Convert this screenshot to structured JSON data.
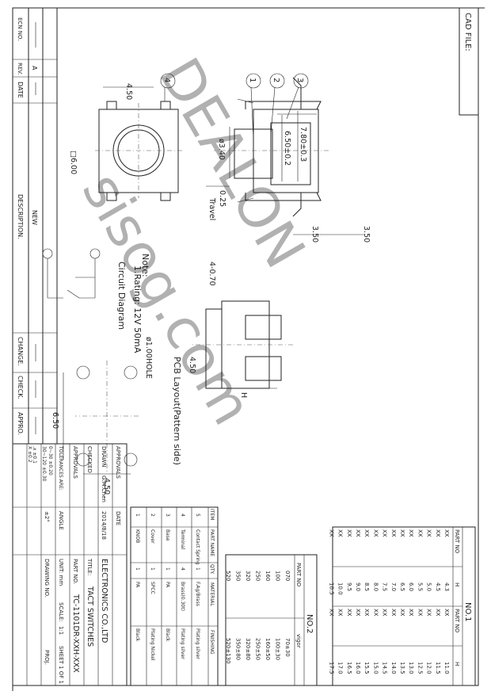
{
  "cad_file_label": "CAD FILE:",
  "revision": {
    "headers": {
      "ecn_no": "ECN NO.",
      "rev": "REV.",
      "date": "DATE",
      "description": "DESCRIPTION.",
      "change": "CHANGE.",
      "check": "CHECK.",
      "appro": "APPRO."
    },
    "rows": [
      {
        "rev": "A",
        "new_label": "NEW"
      }
    ]
  },
  "side_view": {
    "balloons": [
      "3",
      "2",
      "1"
    ],
    "dims": {
      "height_total": "7.80±0.3",
      "height_body": "6.50±0.2",
      "knob_dia": "ø3.40",
      "travel_val": "0.25",
      "travel_label": "Travel",
      "pitch_a": "3.50",
      "pitch_b": "3.50"
    }
  },
  "top_view": {
    "balloon": "4",
    "dim_width": "4.50",
    "dim_square": "□6.00"
  },
  "circuit": {
    "title": "Circuit Diagram"
  },
  "note": {
    "title": "Note:",
    "rating": "1.Rating: 12V 50mA"
  },
  "front_view": {
    "pin_label": "4-0.70",
    "dim_width": "4.50",
    "h_label": "H"
  },
  "pcb": {
    "hole_label": "ø1.00HOLE",
    "title": "PCB Layout(Pattern side)",
    "dim_650": "6.50",
    "dim_450": "4.50"
  },
  "no1": {
    "title": "NO.1",
    "headers": [
      "PART NO",
      "H",
      "PART NO",
      "H"
    ],
    "rows": [
      [
        "XX",
        "4.3",
        "XX",
        "11.0"
      ],
      [
        "XX",
        "4.5",
        "XX",
        "11.5"
      ],
      [
        "XX",
        "5.0",
        "XX",
        "12.0"
      ],
      [
        "XX",
        "5.5",
        "XX",
        "12.5"
      ],
      [
        "XX",
        "6.0",
        "XX",
        "13.0"
      ],
      [
        "XX",
        "6.5",
        "XX",
        "13.5"
      ],
      [
        "XX",
        "7.0",
        "XX",
        "14.0"
      ],
      [
        "XX",
        "7.5",
        "XX",
        "14.5"
      ],
      [
        "XX",
        "8.0",
        "XX",
        "15.0"
      ],
      [
        "XX",
        "8.5",
        "XX",
        "15.5"
      ],
      [
        "XX",
        "9.0",
        "XX",
        "16.0"
      ],
      [
        "XX",
        "9.5",
        "XX",
        "16.5"
      ],
      [
        "XX",
        "10.0",
        "XX",
        "17.0"
      ],
      [
        "XX",
        "10.5",
        "XX",
        "17.5"
      ]
    ]
  },
  "no2": {
    "title": "NO.2",
    "headers": [
      "PART NO",
      "vigor"
    ],
    "rows": [
      [
        "070",
        "70±30"
      ],
      [
        "100",
        "100±30"
      ],
      [
        "160",
        "160±50"
      ],
      [
        "250",
        "250±50"
      ],
      [
        "320",
        "320±80"
      ],
      [
        "350",
        "350±80"
      ],
      [
        "520",
        "520±130"
      ]
    ]
  },
  "bom": {
    "headers": [
      "ITEM",
      "PART NAME",
      "QTY.",
      "MATERIAL",
      "FINISHING"
    ],
    "rows": [
      [
        "5",
        "Contact Spring",
        "1",
        "F.Ag/Brass",
        "Plating silver"
      ],
      [
        "4",
        "Terminal",
        "4",
        "Brass(0.30t)",
        "Plating silver"
      ],
      [
        "3",
        "Base",
        "1",
        "PA",
        "Black"
      ],
      [
        "2",
        "Cover",
        "1",
        "SPCC",
        "Plating Nickel"
      ],
      [
        "1",
        "KNOB",
        "1",
        "PA",
        "Black"
      ]
    ]
  },
  "title_block": {
    "approvals": "APPROVALS",
    "date": "DATE",
    "drawn": "DRAWN",
    "drawn_by": "G.M.Chen",
    "drawn_date": "2014/8/18",
    "checked": "CHECKED",
    "approvals2": "APPROVALS",
    "company": "ELECTRONICS CO.,LTD",
    "title_label": "TITLE:",
    "title": "TACT SWITCHES",
    "part_no_label": "PART NO.",
    "part_no": "TC-1101DR-XXH-XXX",
    "unit": "UNIT: mm",
    "scale_label": "SCALE:",
    "scale": "1:1",
    "sheet": "SHEET 1 OF 1",
    "drawing_no": "DRAWING NO.",
    "proj": "PROJ.",
    "tolerances": "TOLERANCES ARE:",
    "tol_rows": [
      "0~30 ±0.20",
      "30~120 ±0.30",
      ".x ±0.1",
      "X ±0.2"
    ],
    "angle": "ANGLE",
    "angle_val": "±2°"
  },
  "colors": {
    "watermark": "#ff2a44",
    "watermark2": "#20c8ee",
    "line": "#222222"
  }
}
